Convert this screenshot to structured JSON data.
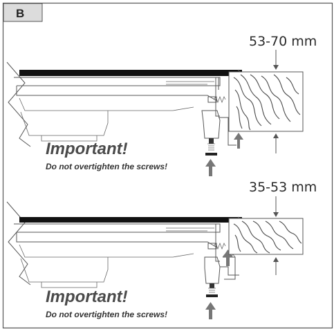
{
  "panel": {
    "label": "B"
  },
  "top": {
    "dimension": "53-70 mm",
    "warning_title": "Important!",
    "warning_text": "Do not overtighten the screws!"
  },
  "bottom": {
    "dimension": "35-53 mm",
    "warning_title": "Important!",
    "warning_text": "Do not overtighten the screws!"
  },
  "colors": {
    "frame": "#555555",
    "badge": "#dcdcdc",
    "glass": "#111111",
    "arrow": "#777777"
  },
  "icons": [
    "up-arrow-icon",
    "screw-icon",
    "break-line-icon"
  ]
}
